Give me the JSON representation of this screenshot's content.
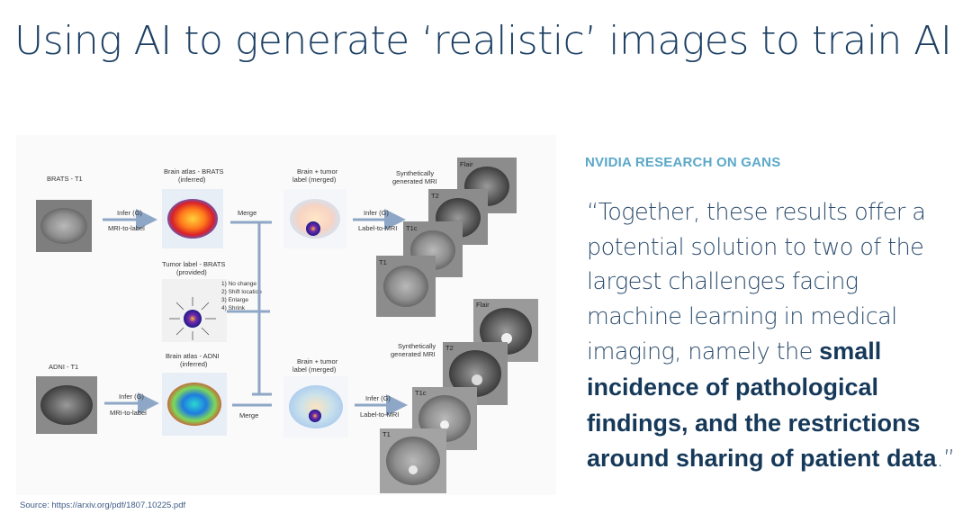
{
  "slide": {
    "title": "Using AI to generate ‘realistic’ images to train AI",
    "section_label": "NVIDIA RESEARCH ON GANS",
    "quote": {
      "open_mark": "“",
      "plain": "Together, these results offer a potential solution to two of the largest challenges facing machine learning in medical imaging, namely the ",
      "bold": "small incidence of pathological findings, and the restrictions around sharing of patient data",
      "close": ".”"
    },
    "source": "Source: https://arxiv.org/pdf/1807.10225.pdf"
  },
  "diagram": {
    "brats_t1": "BRATS - T1",
    "adni_t1": "ADNI - T1",
    "brain_atlas_brats": [
      "Brain atlas - BRATS",
      "(inferred)"
    ],
    "brain_atlas_adni": [
      "Brain atlas - ADNI",
      "(inferred)"
    ],
    "tumor_label_brats": [
      "Tumor label - BRATS",
      "(provided)"
    ],
    "tumor_options": [
      "1) No change",
      "2) Shift location",
      "3) Enlarge",
      "4) Shrink"
    ],
    "brain_tumor_merged": [
      "Brain + tumor",
      "label (merged)"
    ],
    "synthetic_mri": [
      "Synthetically",
      "generated MRI"
    ],
    "infer_g": "Infer (G)",
    "mri_to_label": "MRI-to-label",
    "label_to_mri": "Label-to-MRI",
    "merge": "Merge",
    "sequences": [
      "T1",
      "T1c",
      "T2",
      "Flair"
    ]
  }
}
